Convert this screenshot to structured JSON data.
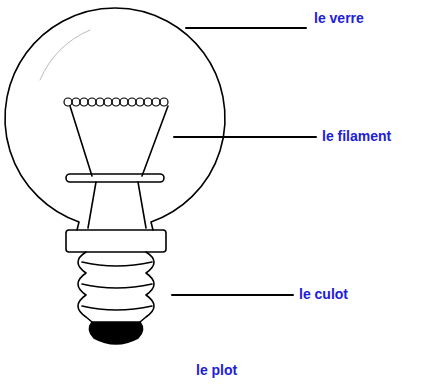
{
  "diagram": {
    "labels": [
      "le verre",
      "le filament",
      "le culot",
      "le plot"
    ]
  }
}
